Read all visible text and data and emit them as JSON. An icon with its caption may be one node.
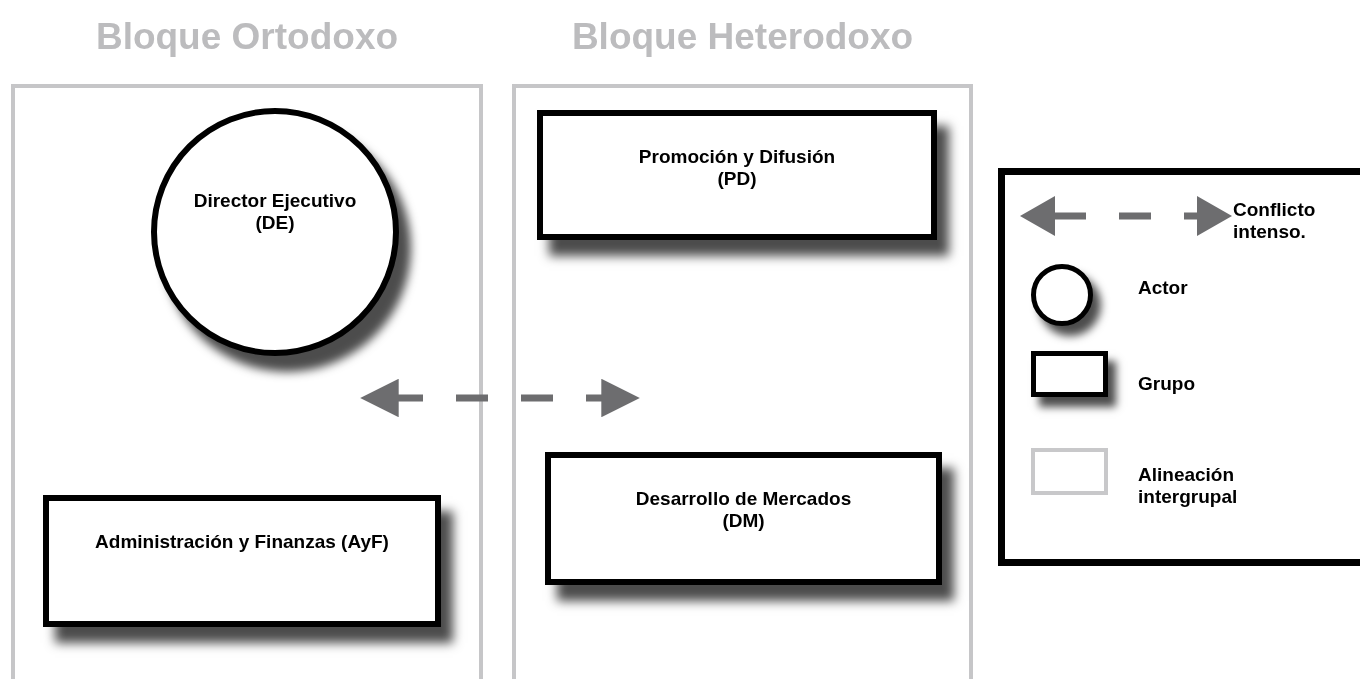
{
  "diagram": {
    "nodes": [
      {
        "text": [
          "Bloque Ortodoxo"
        ]
      },
      {
        "text": [
          "Director Ejecutivo (DE)"
        ],
        "in": 0
      },
      {
        "text": [
          "Administración y Finanzas (AyF)"
        ],
        "in": 0
      },
      {
        "text": [
          "Bloque Heterodoxo"
        ]
      },
      {
        "text": [
          "Promoción y Difusión (PD)"
        ],
        "in": 3
      },
      {
        "text": [
          "Desarrollo de Mercados (DM)"
        ],
        "in": 3
      }
    ],
    "edges": [
      {
        "from": 1,
        "to": 5,
        "arrow": "both",
        "style": "dashed"
      }
    ],
    "legend": [
      {
        "text": "Conflicto intenso."
      },
      {
        "text": "Actor"
      },
      {
        "text": "Grupo"
      },
      {
        "text": "Alineación intergrupal"
      }
    ]
  }
}
